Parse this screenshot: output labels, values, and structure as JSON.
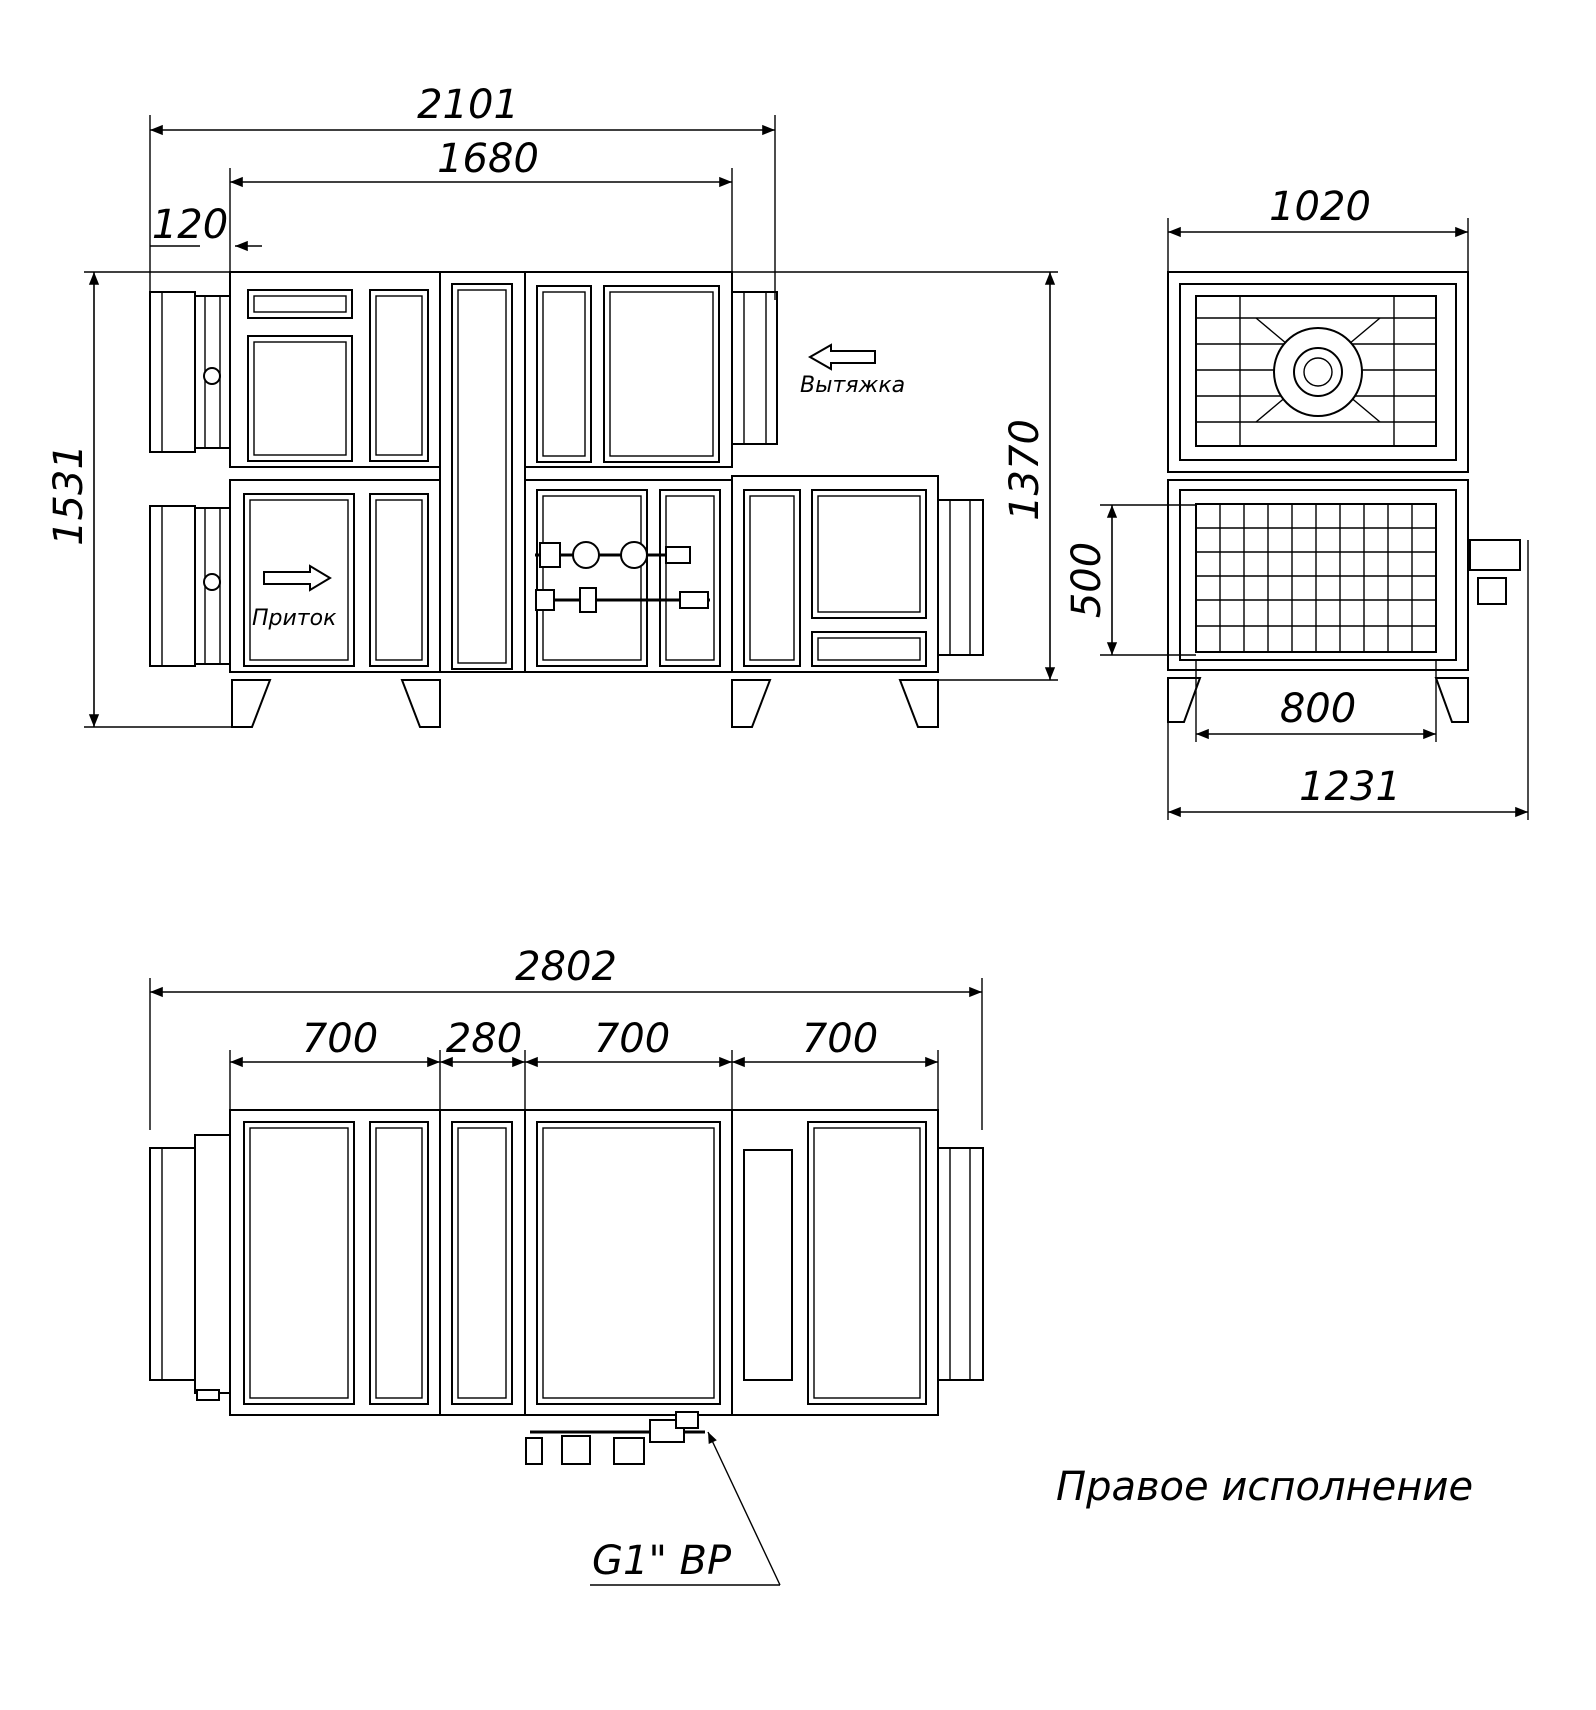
{
  "dimensions": {
    "d2101": "2101",
    "d1680": "1680",
    "d120": "120",
    "d1531": "1531",
    "d1370": "1370",
    "d1020": "1020",
    "d500": "500",
    "d800": "800",
    "d1231": "1231",
    "d2802": "2802",
    "d700a": "700",
    "d280": "280",
    "d700b": "700",
    "d700c": "700"
  },
  "labels": {
    "exhaust": "Вытяжка",
    "supply": "Приток",
    "connection": "G1\" ВР",
    "version": "Правое исполнение"
  }
}
